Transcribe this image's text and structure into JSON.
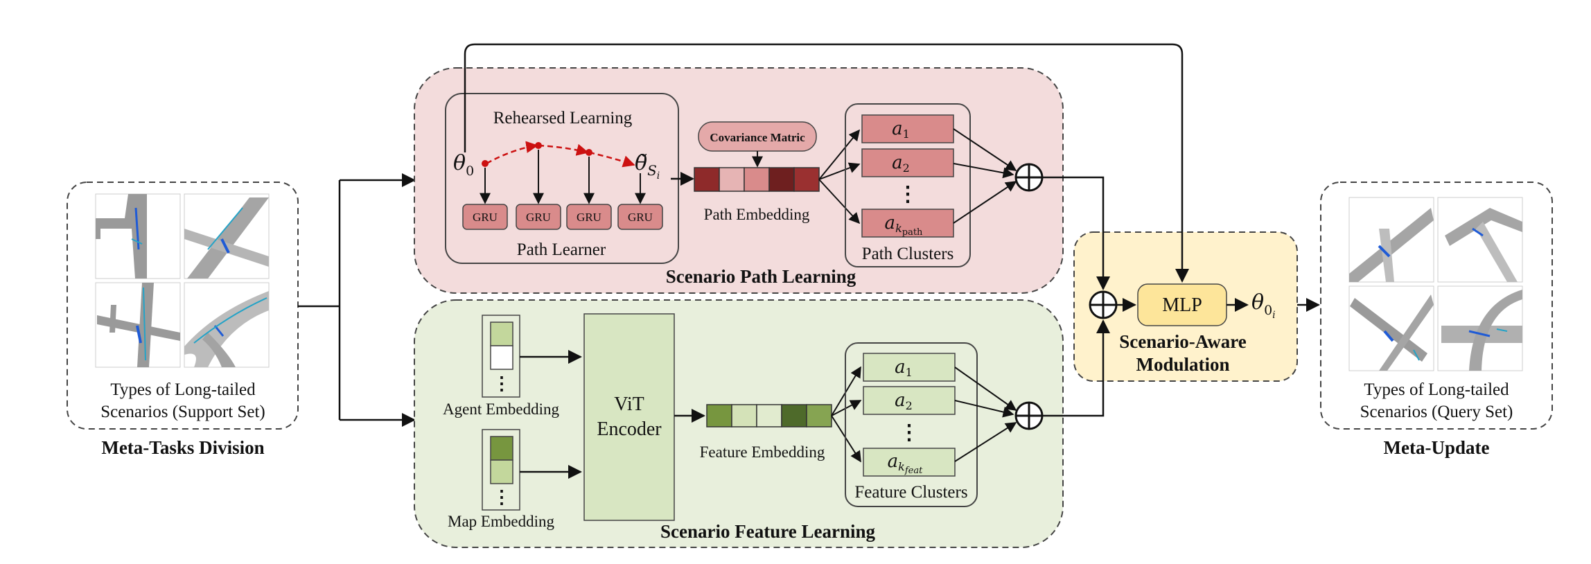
{
  "support_panel": {
    "caption_line1": "Types of Long-tailed",
    "caption_line2": "Scenarios (Support Set)",
    "title": "Meta-Tasks Division"
  },
  "query_panel": {
    "caption_line1": "Types of Long-tailed",
    "caption_line2": "Scenarios (Query Set)",
    "title": "Meta-Update"
  },
  "path_learning": {
    "title": "Scenario Path Learning",
    "rehearsed_label": "Rehearsed Learning",
    "theta_start": "θ",
    "theta_start_sub": "0",
    "theta_end": "θ̃",
    "theta_end_sub": "S",
    "theta_end_subsub": "i",
    "gru_labels": [
      "GRU",
      "GRU",
      "GRU",
      "GRU"
    ],
    "path_learner_label": "Path Learner",
    "covariance_label": "Covariance Matric",
    "embedding_label": "Path Embedding",
    "embedding_cell_colors": [
      "#8e2a2a",
      "#e6b4b4",
      "#d98b8b",
      "#6e1f1f",
      "#9a3030"
    ],
    "clusters": {
      "label": "Path Clusters",
      "item1": "a",
      "item1_sub": "1",
      "item2": "a",
      "item2_sub": "2",
      "ellipsis": "⋮",
      "item3": "a",
      "item3_sub": "k",
      "item3_subsub": "path"
    }
  },
  "feature_learning": {
    "title": "Scenario Feature Learning",
    "agent_label": "Agent Embedding",
    "agent_cell_colors": [
      "#c3d79c",
      "#ffffff"
    ],
    "map_label": "Map Embedding",
    "map_cell_colors": [
      "#77963f",
      "#c3d79c"
    ],
    "ellipsis": "⋮",
    "encoder_line1": "ViT",
    "encoder_line2": "Encoder",
    "embedding_label": "Feature Embedding",
    "embedding_cell_colors": [
      "#77963f",
      "#d4e2b8",
      "#e1ebcf",
      "#4e6a2a",
      "#86a452"
    ],
    "clusters": {
      "label": "Feature Clusters",
      "item1": "a",
      "item1_sub": "1",
      "item2": "a",
      "item2_sub": "2",
      "ellipsis": "⋮",
      "item3": "a",
      "item3_sub": "k",
      "item3_subsub": "feat"
    }
  },
  "modulation": {
    "title_line1": "Scenario-Aware",
    "title_line2": "Modulation",
    "mlp_label": "MLP",
    "output": "θ",
    "output_sub": "0",
    "output_subsub": "i"
  },
  "colors": {
    "path_bg": "#f3dcdc",
    "path_block": "#d98b8b",
    "feature_bg": "#e8efdc",
    "feature_block": "#d8e6c2",
    "modulation_bg": "#fff2cc",
    "mlp_fill": "#fde59a",
    "trajectory": "#cc1111"
  }
}
